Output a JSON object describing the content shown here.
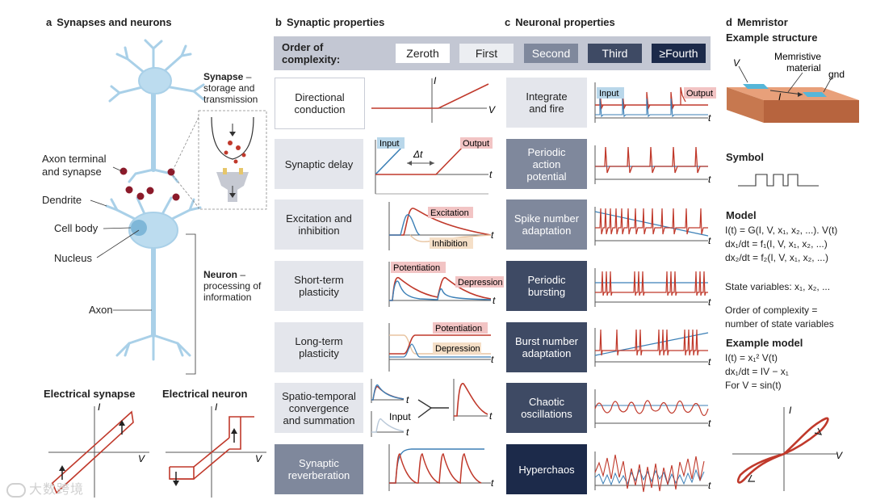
{
  "panels": {
    "a": {
      "letter": "a",
      "title": "Synapses and neurons"
    },
    "b": {
      "letter": "b",
      "title": "Synaptic properties"
    },
    "c": {
      "letter": "c",
      "title": "Neuronal properties"
    },
    "d": {
      "letter": "d",
      "title": "Memristor"
    }
  },
  "neuron_labels": {
    "synapse_title": "Synapse",
    "synapse_desc_1": " –",
    "synapse_desc_2": "storage and",
    "synapse_desc_3": "transmission",
    "axon_terminal_1": "Axon terminal",
    "axon_terminal_2": "and synapse",
    "dendrite": "Dendrite",
    "cell_body": "Cell body",
    "nucleus": "Nucleus",
    "axon": "Axon",
    "neuron_title": "Neuron",
    "neuron_desc_1": " –",
    "neuron_desc_2": "processing of",
    "neuron_desc_3": "information"
  },
  "electrical": {
    "synapse_title": "Electrical synapse",
    "neuron_title": "Electrical neuron",
    "i_axis": "I",
    "v_axis": "V"
  },
  "complexity_legend": {
    "label_1": "Order of",
    "label_2": "complexity:",
    "levels": [
      "Zeroth",
      "First",
      "Second",
      "Third",
      "≥Fourth"
    ],
    "level_colors": [
      "#ffffff",
      "#e4e6ec",
      "#7f889c",
      "#3e4a64",
      "#1c2a4a"
    ]
  },
  "synaptic_properties": [
    {
      "line1": "Directional",
      "line2": "conduction",
      "line3": "",
      "level": 0
    },
    {
      "line1": "Synaptic delay",
      "line2": "",
      "line3": "",
      "level": 1
    },
    {
      "line1": "Excitation and",
      "line2": "inhibition",
      "line3": "",
      "level": 1
    },
    {
      "line1": "Short-term",
      "line2": "plasticity",
      "line3": "",
      "level": 1
    },
    {
      "line1": "Long-term",
      "line2": "plasticity",
      "line3": "",
      "level": 1
    },
    {
      "line1": "Spatio-temporal",
      "line2": "convergence",
      "line3": "and summation",
      "level": 1
    },
    {
      "line1": "Synaptic",
      "line2": "reverberation",
      "line3": "",
      "level": 2
    }
  ],
  "neuronal_properties": [
    {
      "line1": "Integrate",
      "line2": "and fire",
      "line3": "",
      "level": 1
    },
    {
      "line1": "Periodic",
      "line2": "action",
      "line3": "potential",
      "level": 2
    },
    {
      "line1": "Spike number",
      "line2": "adaptation",
      "line3": "",
      "level": 2
    },
    {
      "line1": "Periodic",
      "line2": "bursting",
      "line3": "",
      "level": 3
    },
    {
      "line1": "Burst number",
      "line2": "adaptation",
      "line3": "",
      "level": 3
    },
    {
      "line1": "Chaotic",
      "line2": "oscillations",
      "line3": "",
      "level": 3
    },
    {
      "line1": "Hyperchaos",
      "line2": "",
      "line3": "",
      "level": 4
    }
  ],
  "plot_labels": {
    "i": "I",
    "v": "V",
    "t": "t",
    "delta_t": "Δt",
    "input": "Input",
    "output": "Output",
    "excitation": "Excitation",
    "inhibition": "Inhibition",
    "potentiation": "Potentiation",
    "depression": "Depression"
  },
  "memristor": {
    "example_structure": "Example structure",
    "v_label": "V",
    "material_1": "Memristive",
    "material_2": "material",
    "gnd": "gnd",
    "i_label": "I",
    "symbol": "Symbol",
    "model_title": "Model",
    "model_eq1": "I(t) = G(I, V, x₁, x₂, ...). V(t)",
    "model_eq2": "dx₁/dt = f₁(I, V, x₁, x₂, ...)",
    "model_eq3": "dx₂/dt = f₂(I, V, x₁, x₂, ...)",
    "state_vars": "State variables: x₁, x₂, ...",
    "order_1": "Order of complexity =",
    "order_2": "number of state variables",
    "example_title": "Example model",
    "ex_eq1": "I(t) = x₁² V(t)",
    "ex_eq2": "dx₁/dt = IV − x₁",
    "ex_eq3": "For V = sin(t)",
    "hyst_i": "I",
    "hyst_v": "V"
  },
  "watermark": "大数跨境",
  "colors": {
    "neuron": "#bcdcef",
    "neuron_dark": "#7fb7d8",
    "synapse_dot": "#8b1a2a",
    "red_trace": "#c0392b",
    "blue_trace": "#3b7fb6",
    "label_red_bg": "#f2c4c4",
    "label_blue_bg": "#b9d7ea",
    "label_beige_bg": "#f5dfc7",
    "device_top": "#e8a07a",
    "device_side": "#b7643e",
    "electrode": "#56b6d8"
  }
}
